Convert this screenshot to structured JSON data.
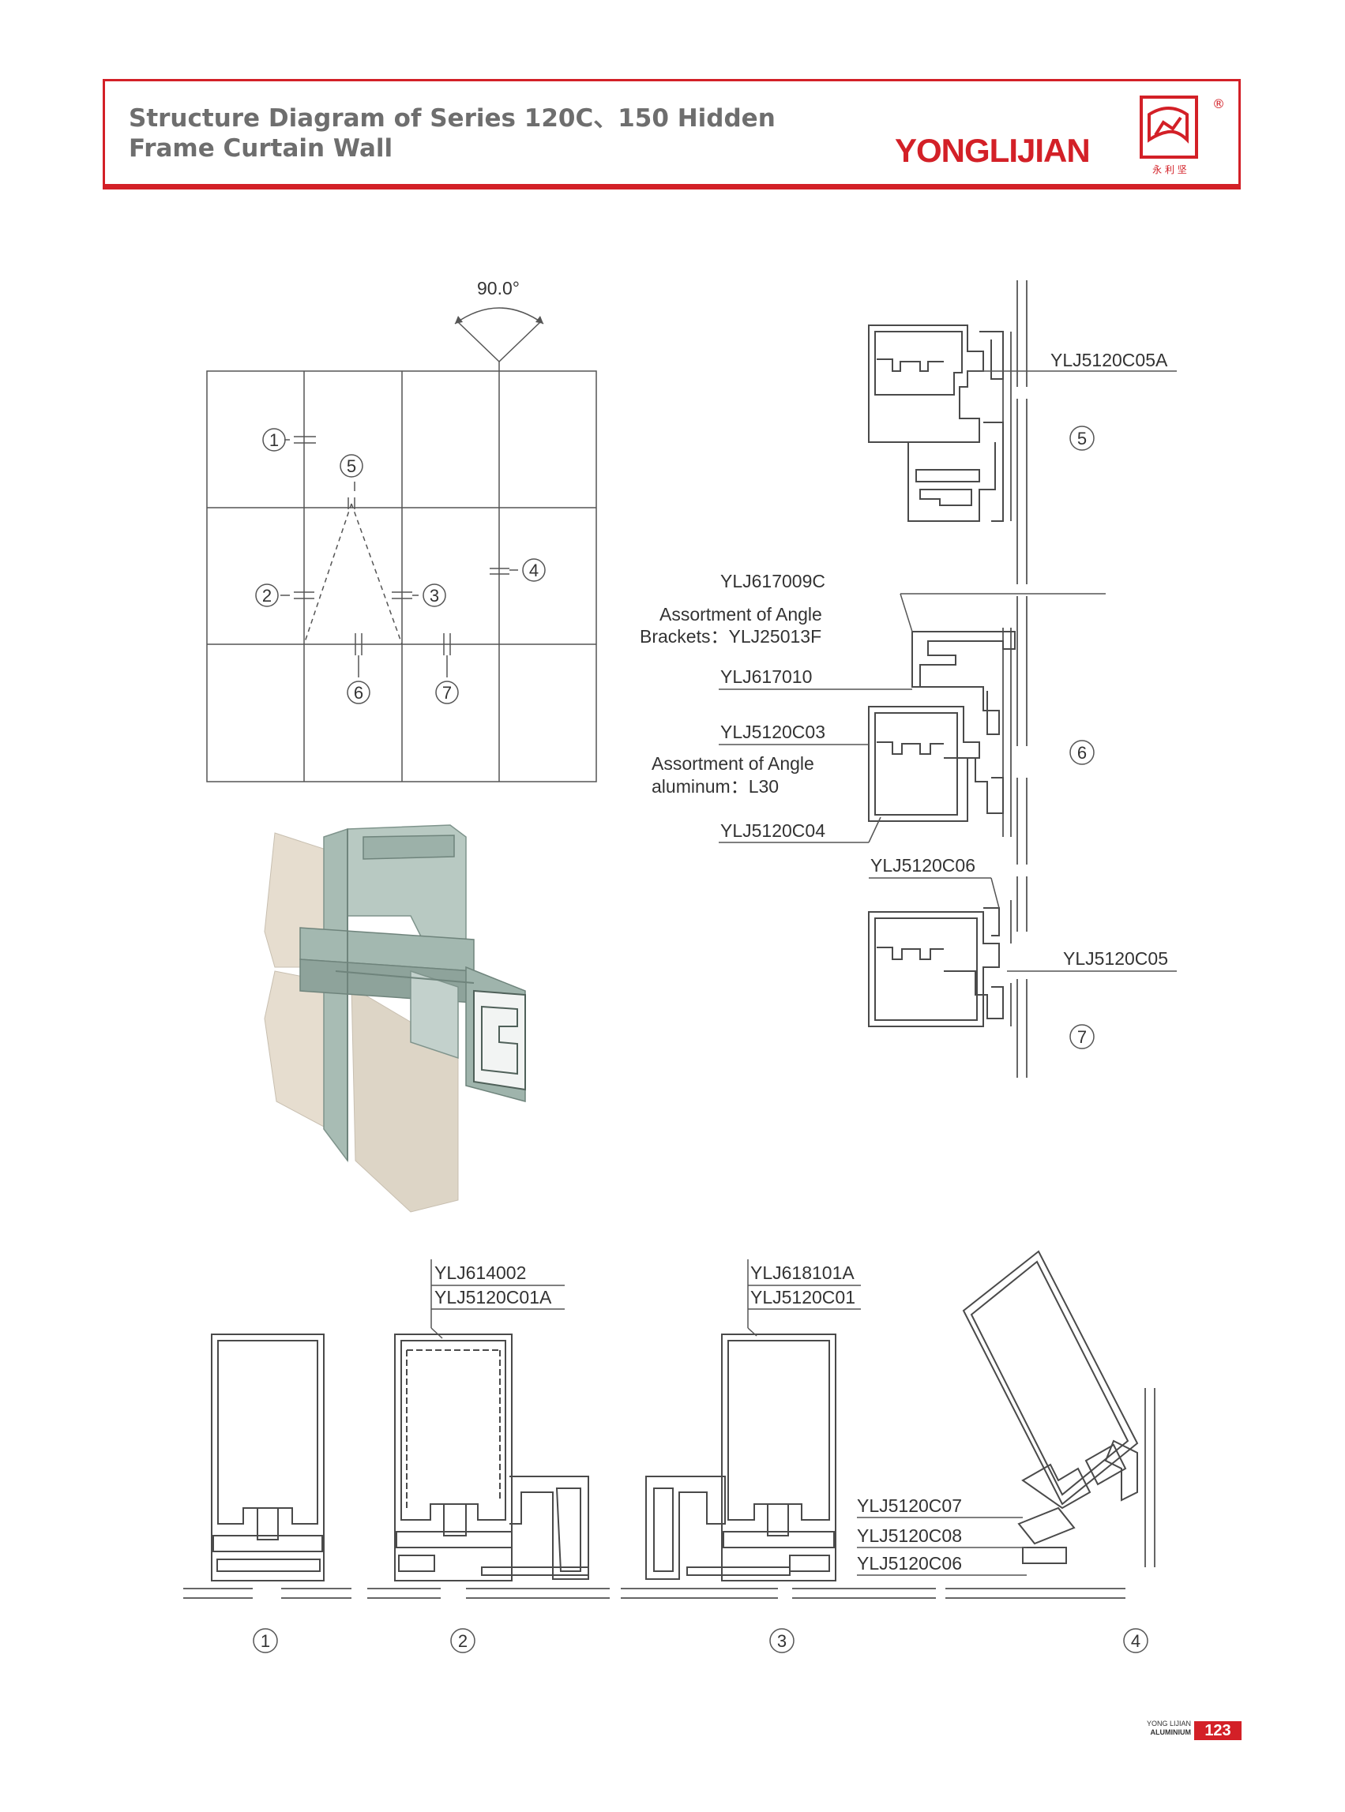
{
  "header": {
    "title_line1": "Structure Diagram of Series 120C、150 Hidden",
    "title_line2": "Frame Curtain Wall",
    "brand": "YONGLIJIAN",
    "logo_subtext": "永 利 坚",
    "registered_mark": "®",
    "accent_color": "#d32027"
  },
  "elevation": {
    "angle_label": "90.0°",
    "markers": [
      "1",
      "2",
      "3",
      "4",
      "5",
      "6",
      "7"
    ]
  },
  "section_right": {
    "detail5_labels": [
      "YLJ5120C05A"
    ],
    "detail6_labels": [
      "YLJ617009C",
      "Assortment of Angle",
      "Brackets：YLJ25013F",
      "YLJ617010",
      "YLJ5120C03",
      "Assortment of Angle",
      "aluminum：L30",
      "YLJ5120C04"
    ],
    "detail7_labels": [
      "YLJ5120C06",
      "YLJ5120C05"
    ],
    "markers": [
      "5",
      "6",
      "7"
    ]
  },
  "section_bottom": {
    "labels_2": [
      "YLJ614002",
      "YLJ5120C01A"
    ],
    "labels_3": [
      "YLJ618101A",
      "YLJ5120C01"
    ],
    "labels_4": [
      "YLJ5120C07",
      "YLJ5120C08",
      "YLJ5120C06"
    ],
    "markers": [
      "1",
      "2",
      "3",
      "4"
    ]
  },
  "footer": {
    "brand_line1": "YONG LIJIAN",
    "brand_line2": "ALUMINIUM",
    "page_number": "123"
  }
}
